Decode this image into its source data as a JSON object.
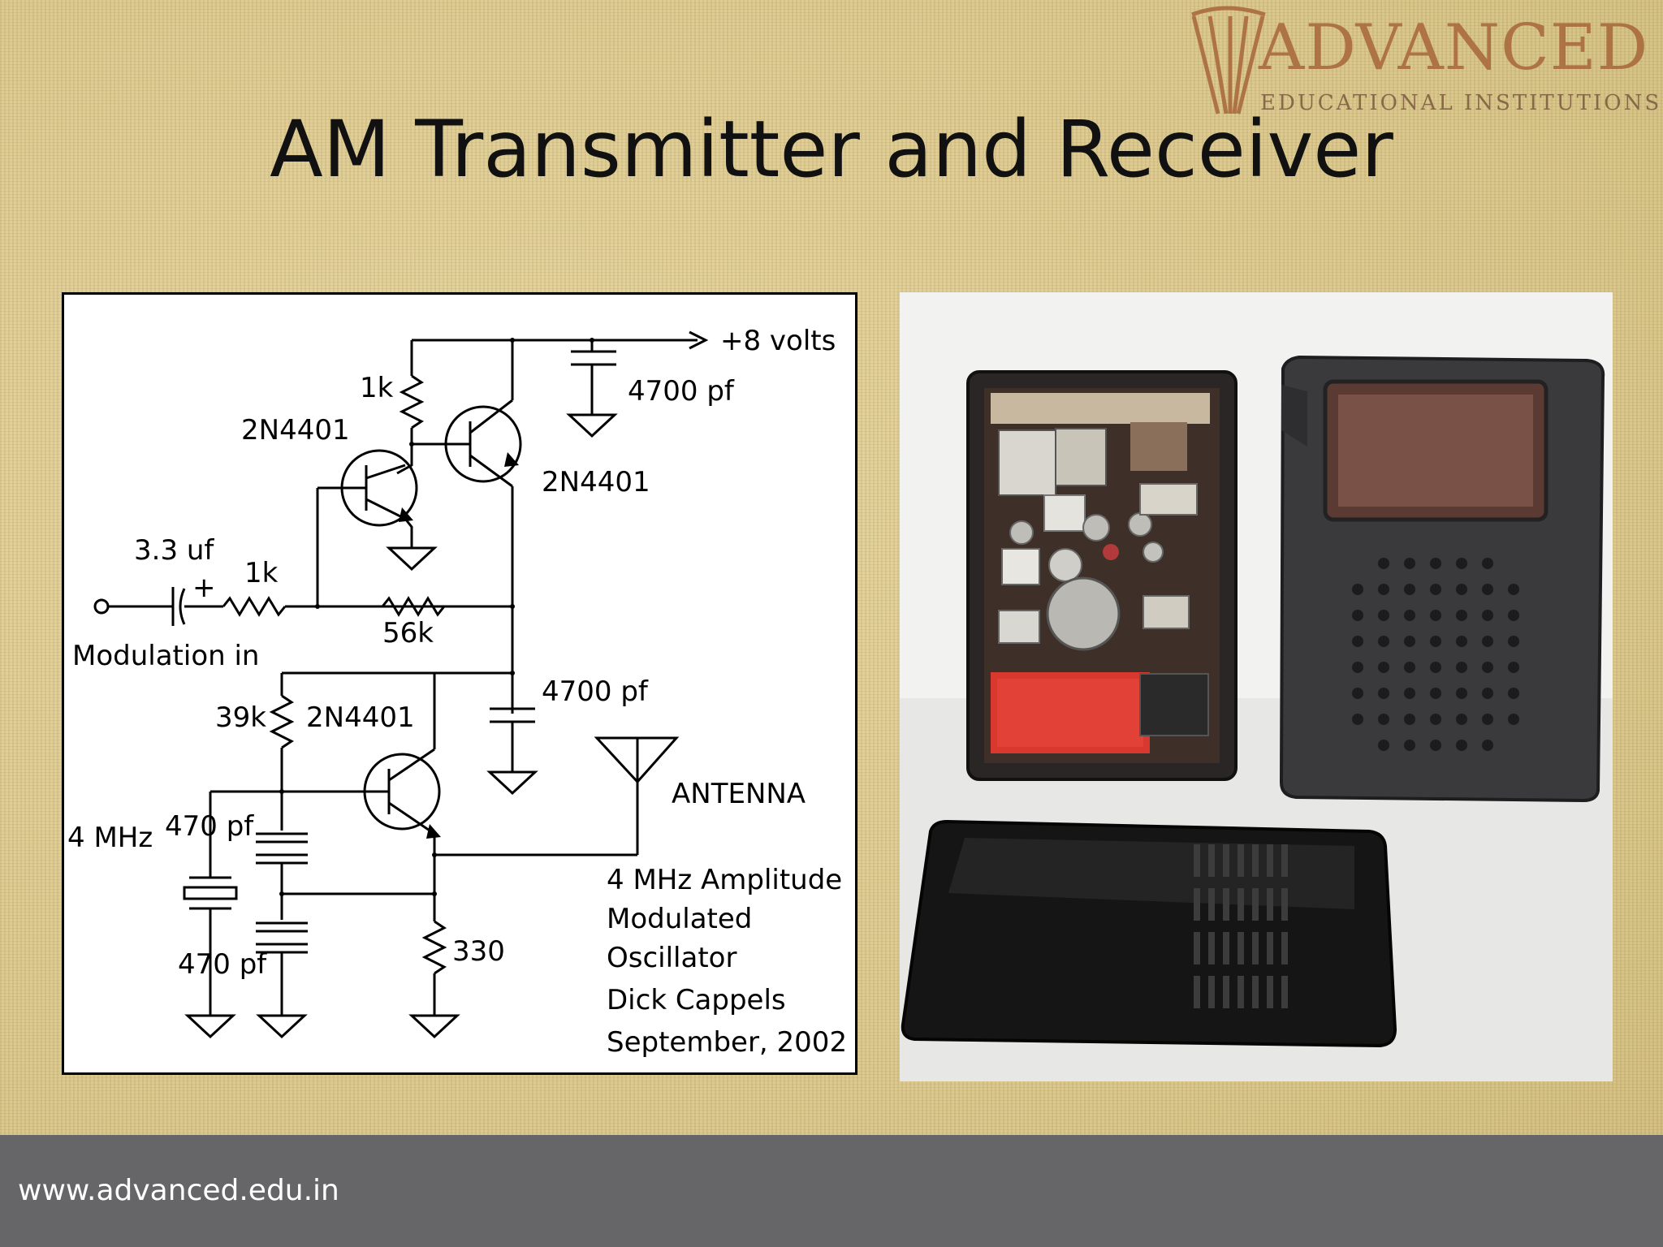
{
  "logo": {
    "brand": "ADVANCED",
    "subtitle": "EDUCATIONAL INSTITUTIONS"
  },
  "slide": {
    "title": "AM Transmitter and Receiver"
  },
  "schematic": {
    "labels": {
      "supply": "+8 volts",
      "cap_top": "4700 pf",
      "r_top": "1k",
      "q1": "2N4401",
      "q2": "2N4401",
      "c_in": "3.3 uf",
      "r_in": "1k",
      "r_fb": "56k",
      "input": "Modulation in",
      "cap_mid": "4700 pf",
      "r_bias": "39k",
      "q3": "2N4401",
      "antenna": "ANTENNA",
      "crystal": "4 MHz",
      "c1": "470 pf",
      "c2": "470 pf",
      "r_e": "330",
      "plus_sign": "+"
    },
    "caption": {
      "line1": "4 MHz Amplitude",
      "line2": "Modulated",
      "line3": "Oscillator",
      "line4": "Dick Cappels",
      "line5": "September, 2002"
    }
  },
  "footer": {
    "url": "www.advanced.edu.in"
  },
  "colors": {
    "background": "#dcc98f",
    "footer_bar": "#666568",
    "logo": "#a8663a"
  }
}
